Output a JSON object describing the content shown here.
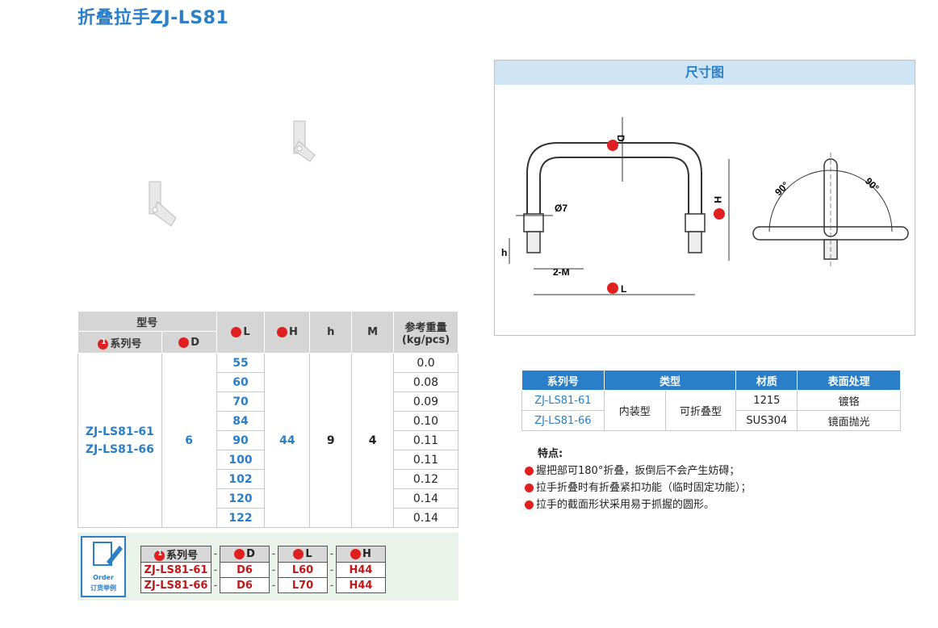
{
  "title": "折叠拉手ZJ-LS81",
  "spec_table": {
    "group_header": "型号",
    "headers": {
      "series": "系列号",
      "d": "D",
      "l": "L",
      "h_upper": "H",
      "h_lower": "h",
      "m": "M",
      "weight": "参考重量",
      "weight_unit": "(kg/pcs)"
    },
    "series_values": [
      "ZJ-LS81-61",
      "ZJ-LS81-66"
    ],
    "d_value": "6",
    "l_values": [
      "55",
      "60",
      "70",
      "84",
      "90",
      "100",
      "102",
      "120",
      "122"
    ],
    "H_value": "44",
    "h_value": "9",
    "m_value": "4",
    "weights": [
      "0.0",
      "0.08",
      "0.09",
      "0.10",
      "0.11",
      "0.11",
      "0.12",
      "0.14",
      "0.14"
    ]
  },
  "order": {
    "icon_label_en": "Order",
    "icon_label_cn": "订货举例",
    "headers": [
      "系列号",
      "D",
      "L",
      "H"
    ],
    "rows": [
      [
        "ZJ-LS81-61",
        "D6",
        "L60",
        "H44"
      ],
      [
        "ZJ-LS81-66",
        "D6",
        "L70",
        "H44"
      ]
    ],
    "separator": "-"
  },
  "drawing": {
    "title": "尺寸图",
    "labels": {
      "d": "D",
      "dia": "Ø7",
      "h_big": "H",
      "h_small": "h",
      "thread": "2-M",
      "l": "L",
      "angle_left": "90°",
      "angle_right": "90°"
    }
  },
  "material_table": {
    "headers": [
      "系列号",
      "类型",
      "材质",
      "表面处理"
    ],
    "rows": [
      {
        "series": "ZJ-LS81-61",
        "material": "1215",
        "finish": "镀铬"
      },
      {
        "series": "ZJ-LS81-66",
        "material": "SUS304",
        "finish": "镜面抛光"
      }
    ],
    "type1": "内装型",
    "type2": "可折叠型"
  },
  "features": {
    "title": "特点:",
    "items": [
      "握把部可180°折叠，扳倒后不会产生妨碍；",
      "拉手折叠时有折叠紧扣功能（临时固定功能）；",
      "拉手的截面形状采用易于抓握的圆形。"
    ]
  },
  "colors": {
    "accent": "#2a7fc8",
    "header_gray": "#d5d5d5",
    "marker_red": "#e02020",
    "order_bg": "#e9f3ea"
  }
}
